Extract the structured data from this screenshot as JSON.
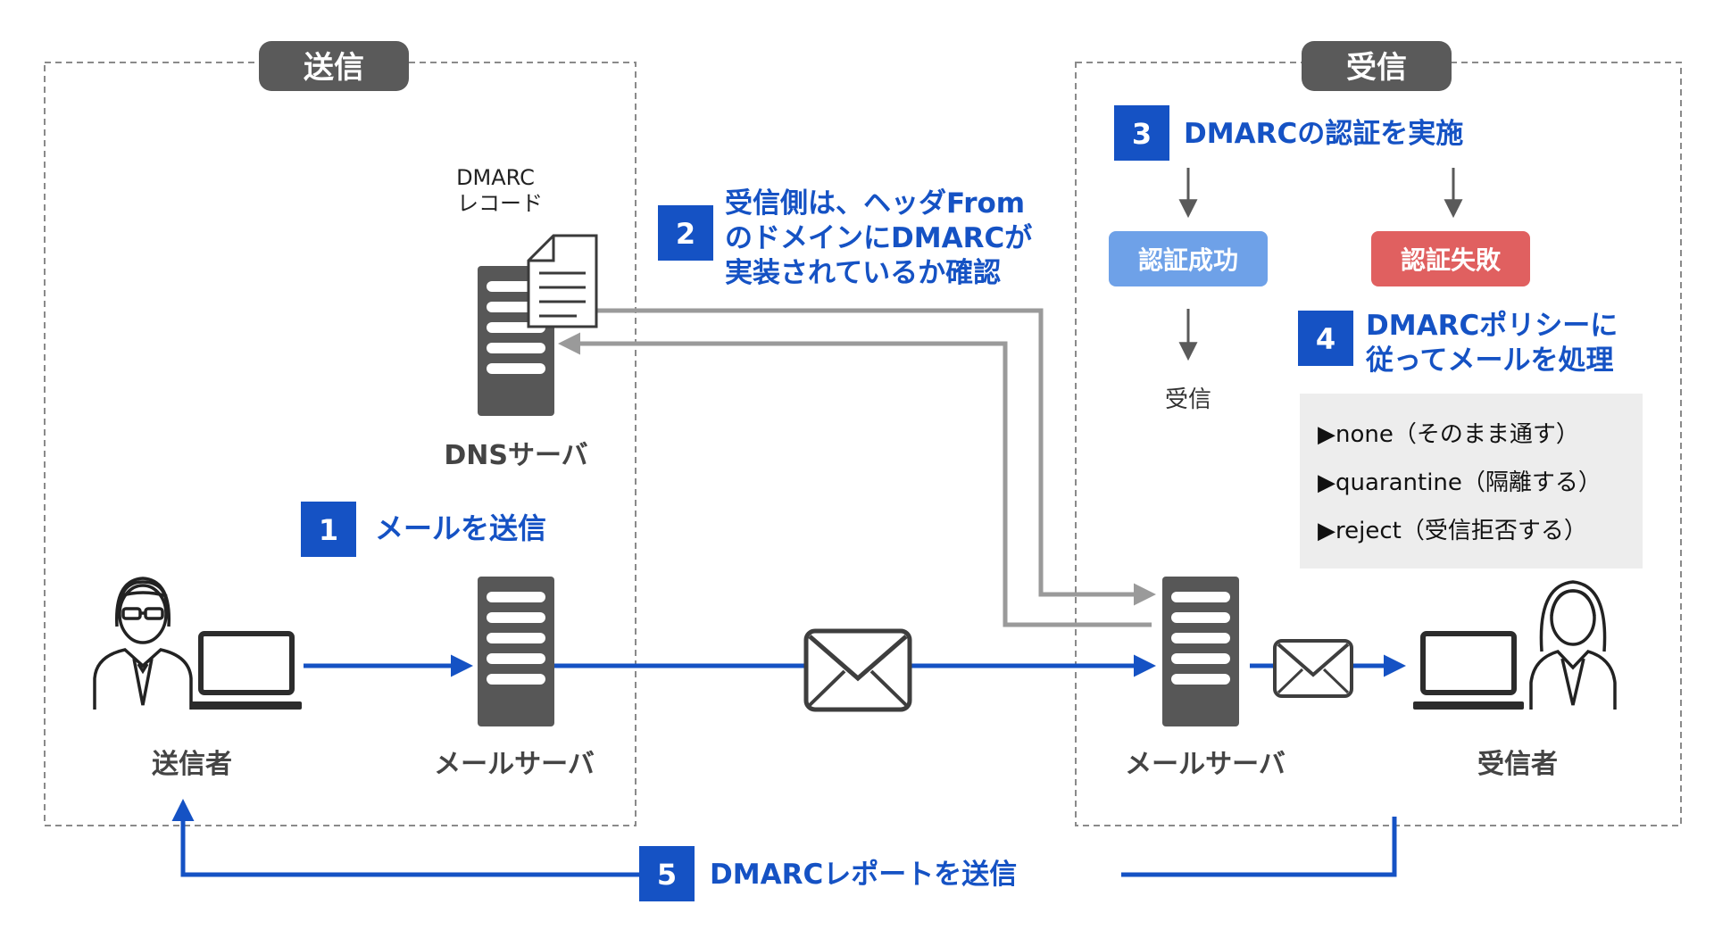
{
  "colors": {
    "blue": "#1552c4",
    "gray_arrow": "#9a9a9a",
    "dark_gray": "#5a5a5a",
    "dash": "#8a8a8a",
    "success": "#6ea1e8",
    "fail": "#e06060",
    "policy_bg": "#ededed",
    "server": "#575757"
  },
  "regions": {
    "send_title": "送信",
    "recv_title": "受信"
  },
  "steps": {
    "s1": {
      "num": "1",
      "text": "メールを送信"
    },
    "s2": {
      "num": "2",
      "lines": [
        "受信側は、ヘッダFrom",
        "のドメインにDMARCが",
        "実装されているか確認"
      ]
    },
    "s3": {
      "num": "3",
      "text": "DMARCの認証を実施"
    },
    "s4": {
      "num": "4",
      "lines": [
        "DMARCポリシーに",
        "従ってメールを処理"
      ]
    },
    "s5": {
      "num": "5",
      "text": "DMARCレポートを送信"
    }
  },
  "labels": {
    "dmarc_record_1": "DMARC",
    "dmarc_record_2": "レコード",
    "dns_server": "DNSサーバ",
    "sender": "送信者",
    "send_mail_server": "メールサーバ",
    "recv_mail_server": "メールサーバ",
    "receiver": "受信者",
    "auth_success": "認証成功",
    "auth_fail": "認証失敗",
    "received": "受信"
  },
  "policies": [
    "▶none（そのまま通す）",
    "▶quarantine（隔離する）",
    "▶reject（受信拒否する）"
  ]
}
